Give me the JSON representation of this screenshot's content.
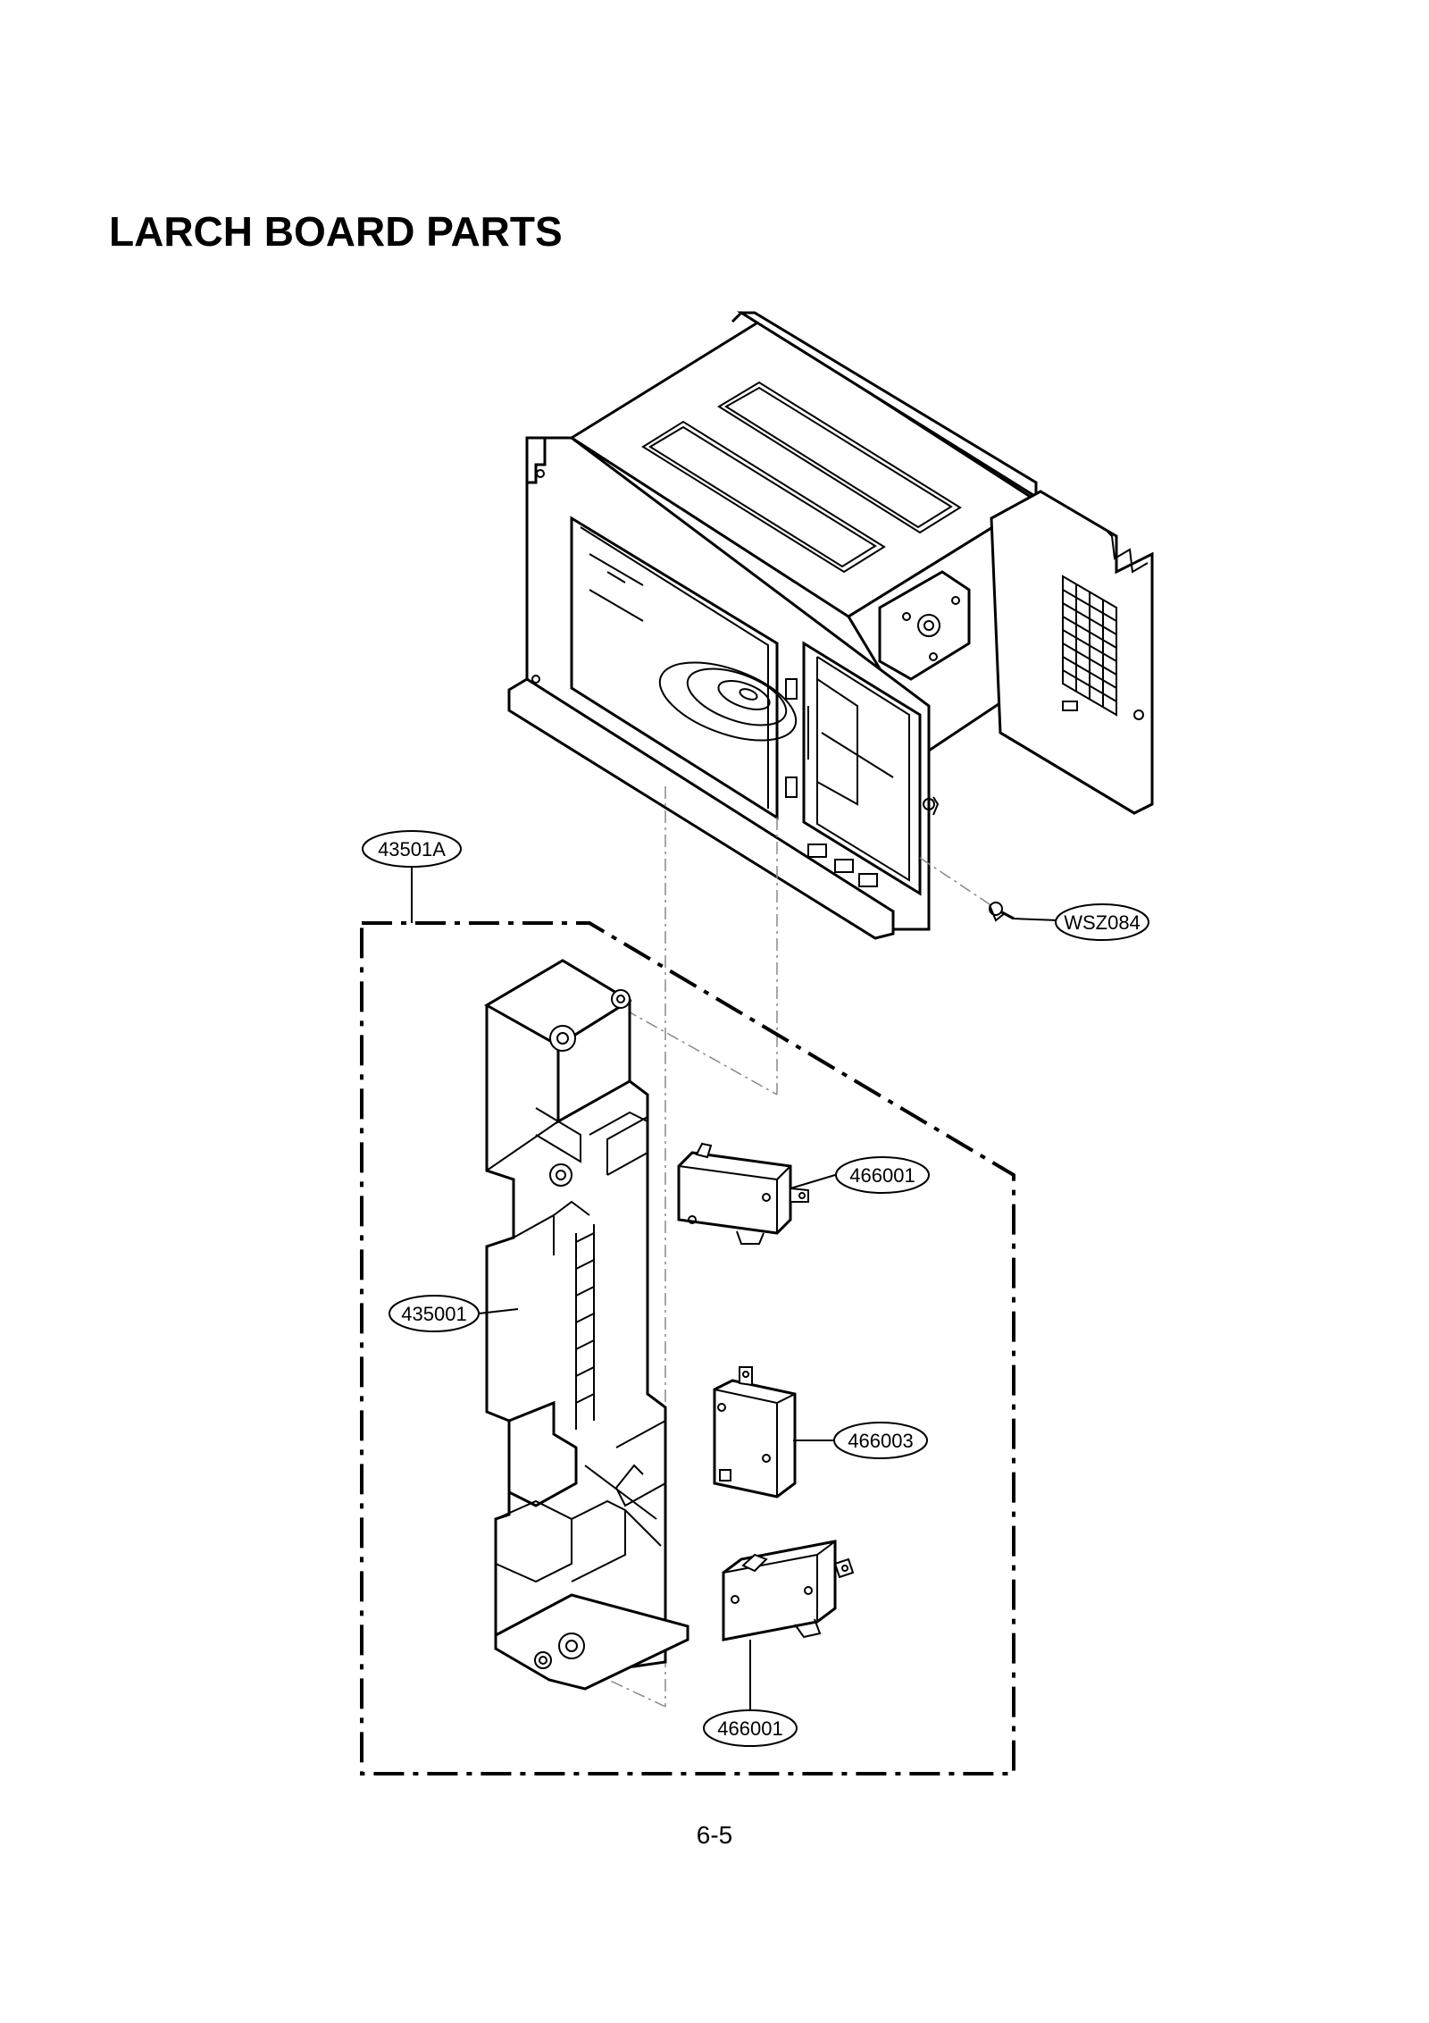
{
  "page": {
    "title": "LARCH BOARD PARTS",
    "page_number": "6-5"
  },
  "callouts": {
    "assembly": "43501A",
    "screw": "WSZ084",
    "switch_top": "466001",
    "latch_board": "435001",
    "switch_middle": "466003",
    "switch_bottom": "466001"
  }
}
